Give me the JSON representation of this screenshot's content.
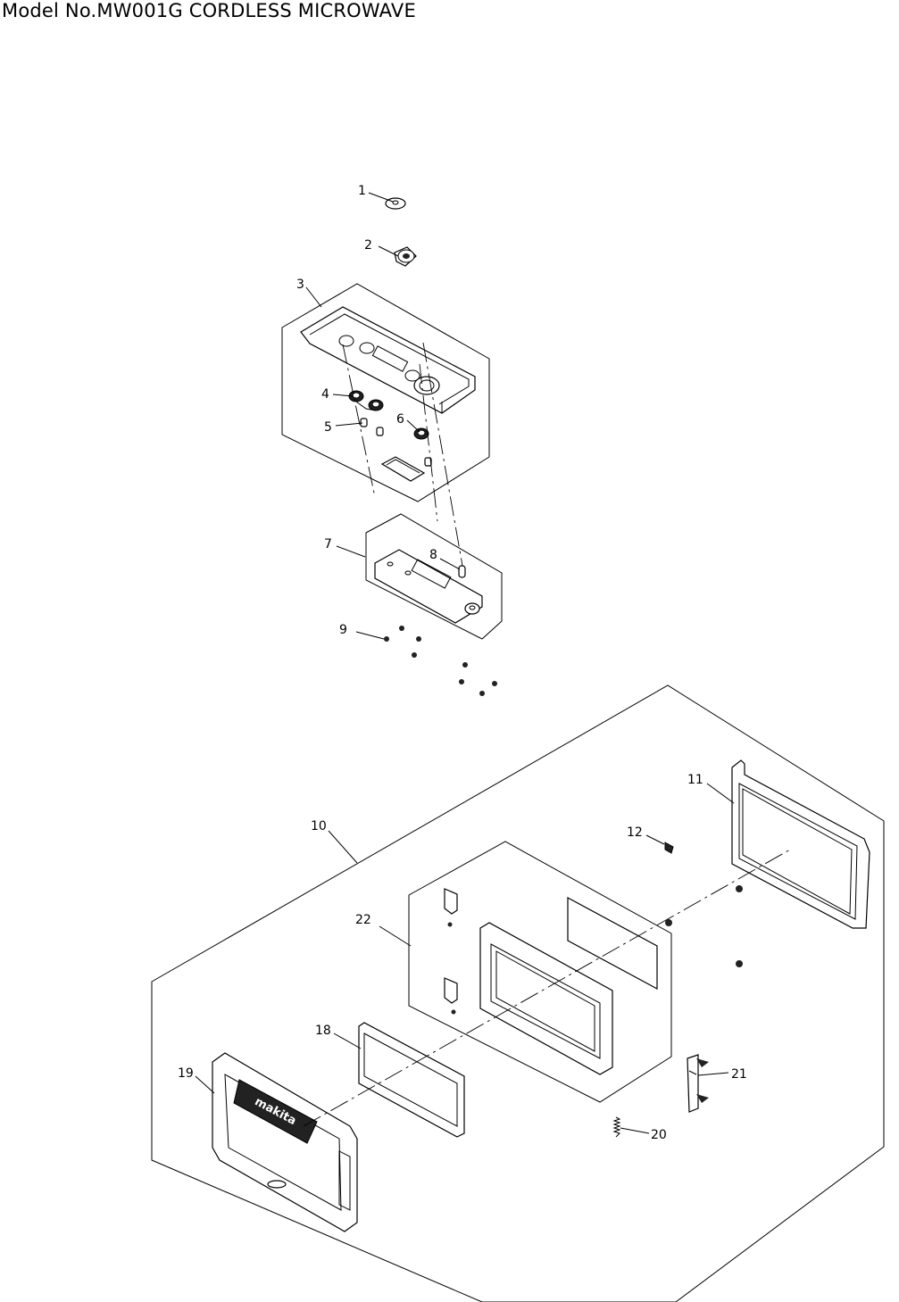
{
  "title": "Model No.MW001G CORDLESS MICROWAVE",
  "callouts": [
    "1",
    "2",
    "3",
    "4",
    "5",
    "6",
    "7",
    "8",
    "9",
    "10",
    "11",
    "12",
    "18",
    "19",
    "20",
    "21",
    "22"
  ],
  "logo_text": "makita"
}
